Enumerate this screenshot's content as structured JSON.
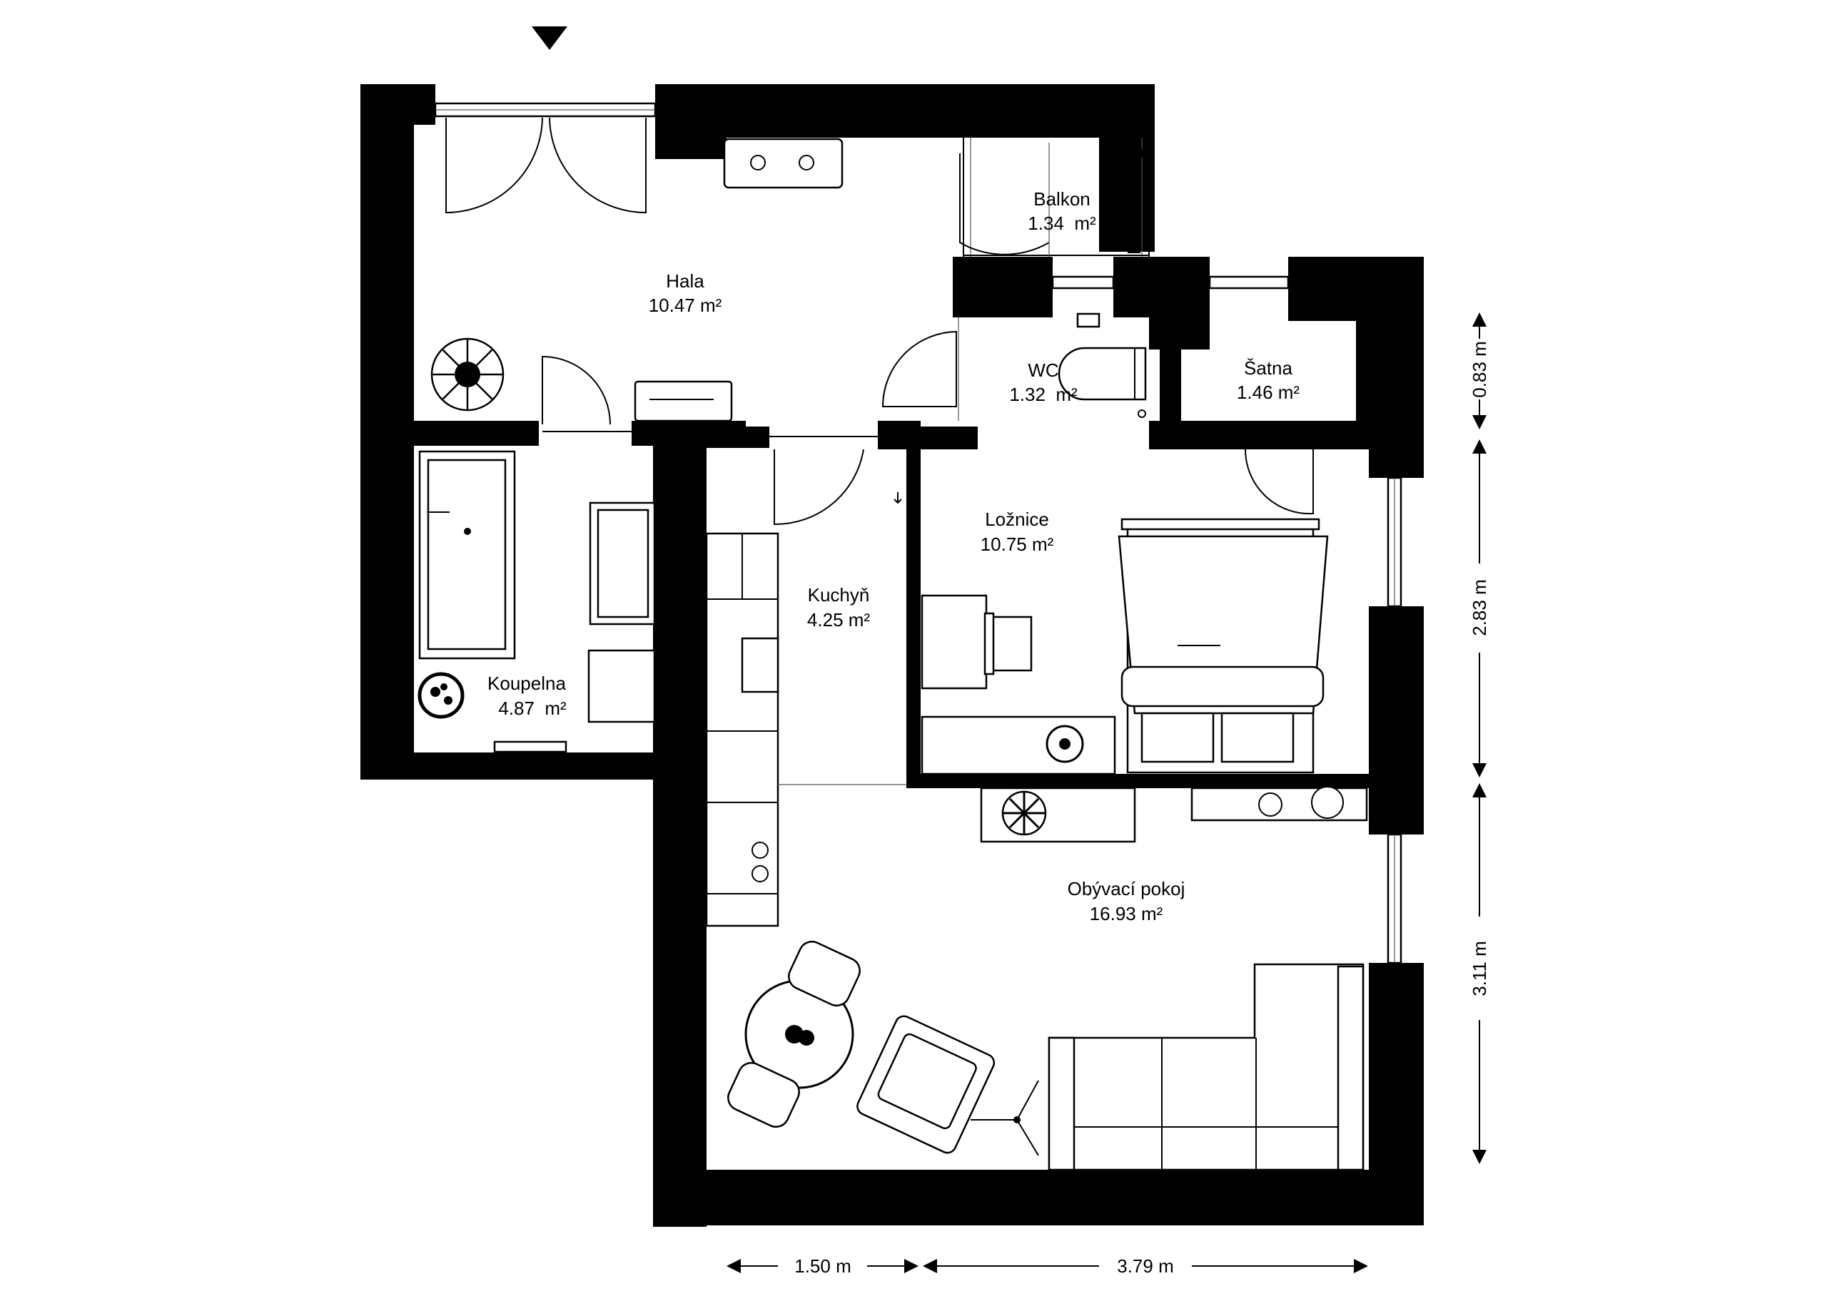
{
  "rooms": {
    "hala": {
      "name": "Hala",
      "area": "10.47 m²"
    },
    "balkon": {
      "name": "Balkon",
      "area": "1.34  m²"
    },
    "wc": {
      "name": "WC",
      "area": "1.32  m²"
    },
    "satna": {
      "name": "Šatna",
      "area": "1.46 m²"
    },
    "koupelna": {
      "name": "Koupelna",
      "area": "4.87  m²"
    },
    "kuchyn": {
      "name": "Kuchyň",
      "area": "4.25 m²"
    },
    "loznice": {
      "name": "Ložnice",
      "area": "10.75 m²"
    },
    "obyvaci": {
      "name": "Obývací pokoj",
      "area": "16.93 m²"
    }
  },
  "dimensions": {
    "right": [
      "0.83 m",
      "2.83 m",
      "3.11 m"
    ],
    "bottom": [
      "1.50 m",
      "3.79 m"
    ]
  },
  "icons": {
    "entrance": "entrance-arrow-icon"
  }
}
